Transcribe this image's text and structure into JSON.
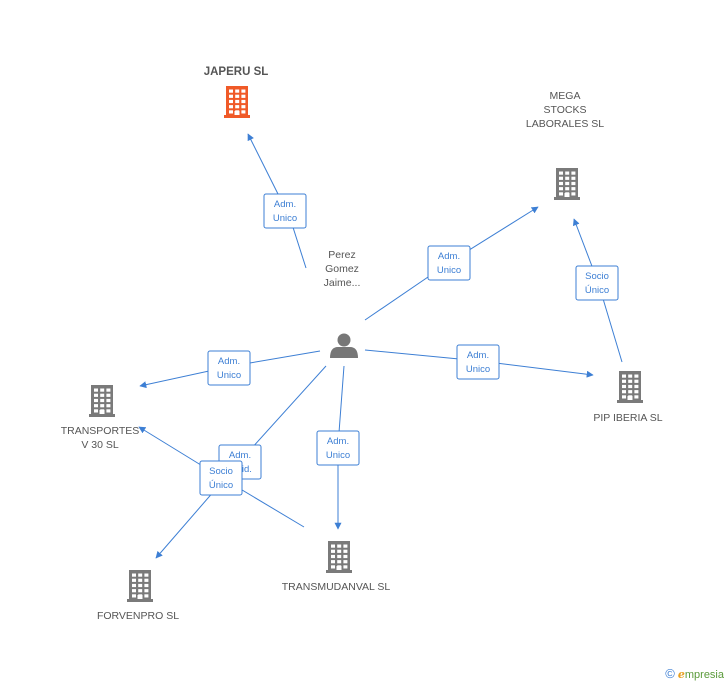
{
  "colors": {
    "edge": "#3d7fd4",
    "company": "#7a7a7a",
    "company_highlight": "#f05a28",
    "person": "#777777",
    "label": "#555555"
  },
  "nodes": [
    {
      "id": "person",
      "type": "person",
      "label_lines": [
        "Perez",
        "Gomez",
        "Jaime..."
      ]
    },
    {
      "id": "japeru",
      "type": "company-highlight",
      "label_lines": [
        "JAPERU SL"
      ]
    },
    {
      "id": "mega",
      "type": "company",
      "label_lines": [
        "MEGA",
        "STOCKS",
        "LABORALES SL"
      ]
    },
    {
      "id": "pip",
      "type": "company",
      "label_lines": [
        "PIP IBERIA  SL"
      ]
    },
    {
      "id": "transportes",
      "type": "company",
      "label_lines": [
        "TRANSPORTES",
        "V 30 SL"
      ]
    },
    {
      "id": "transmudanval",
      "type": "company",
      "label_lines": [
        "TRANSMUDANVAL SL"
      ]
    },
    {
      "id": "forvenpro",
      "type": "company",
      "label_lines": [
        "FORVENPRO SL"
      ]
    }
  ],
  "edges": [
    {
      "from": "person",
      "to": "japeru",
      "label_lines": [
        "Adm.",
        "Unico"
      ]
    },
    {
      "from": "person",
      "to": "mega",
      "label_lines": [
        "Adm.",
        "Unico"
      ]
    },
    {
      "from": "pip",
      "to": "mega",
      "label_lines": [
        "Socio",
        "Único"
      ]
    },
    {
      "from": "person",
      "to": "pip",
      "label_lines": [
        "Adm.",
        "Unico"
      ]
    },
    {
      "from": "person",
      "to": "transportes",
      "label_lines": [
        "Adm.",
        "Unico"
      ]
    },
    {
      "from": "person",
      "to": "transmudanval",
      "label_lines": [
        "Adm.",
        "Unico"
      ]
    },
    {
      "from": "person",
      "to": "forvenpro",
      "label_lines": [
        "Adm.",
        "Solid."
      ]
    },
    {
      "from": "transmudanval",
      "to": "transportes",
      "label_lines": [
        "Socio",
        "Único"
      ]
    }
  ],
  "watermark": {
    "copyright": "©",
    "brand_initial": "e",
    "brand_rest": "mpresia"
  }
}
